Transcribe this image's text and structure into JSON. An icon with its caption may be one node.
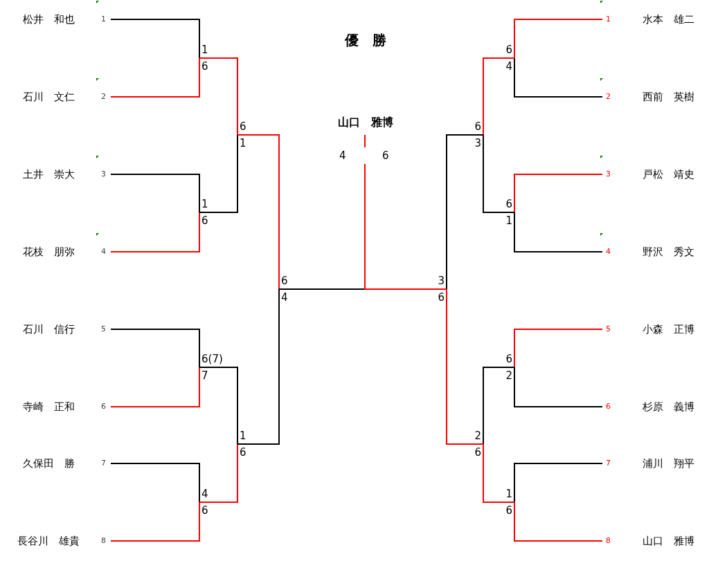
{
  "diagram": {
    "title": "優　勝",
    "nodes": [
      {
        "text": [
          "松井　和也"
        ],
        "beside": [
          "1"
        ]
      },
      {
        "text": [
          "石川　文仁"
        ],
        "beside": [
          "2"
        ]
      },
      {
        "text": [
          "土井　崇大"
        ],
        "beside": [
          "3"
        ]
      },
      {
        "text": [
          "花枝　朋弥"
        ],
        "beside": [
          "4"
        ]
      },
      {
        "text": [
          "石川　信行"
        ],
        "beside": [
          "5"
        ]
      },
      {
        "text": [
          "寺崎　正和"
        ],
        "beside": [
          "6"
        ]
      },
      {
        "text": [
          "久保田　勝"
        ],
        "beside": [
          "7"
        ]
      },
      {
        "text": [
          "長谷川　雄貴"
        ],
        "beside": [
          "8"
        ]
      },
      {
        "text": [
          "水本　雄二"
        ],
        "beside": [
          "1"
        ]
      },
      {
        "text": [
          "西前　英樹"
        ],
        "beside": [
          "2"
        ]
      },
      {
        "text": [
          "戸松　靖史"
        ],
        "beside": [
          "3"
        ]
      },
      {
        "text": [
          "野沢　秀文"
        ],
        "beside": [
          "4"
        ]
      },
      {
        "text": [
          "小森　正博"
        ],
        "beside": [
          "5"
        ]
      },
      {
        "text": [
          "杉原　義博"
        ],
        "beside": [
          "6"
        ]
      },
      {
        "text": [
          "浦川　翔平"
        ],
        "beside": [
          "7"
        ]
      },
      {
        "text": [
          "山口　雅博"
        ],
        "beside": [
          "8"
        ]
      },
      {
        "text": [
          "1",
          "6"
        ]
      },
      {
        "text": [
          "1",
          "6"
        ]
      },
      {
        "text": [
          "6(7)",
          "7"
        ]
      },
      {
        "text": [
          "4",
          "6"
        ]
      },
      {
        "text": [
          "6",
          "1"
        ]
      },
      {
        "text": [
          "1",
          "6"
        ]
      },
      {
        "text": [
          "6",
          "4"
        ]
      },
      {
        "text": [
          "6",
          "4"
        ]
      },
      {
        "text": [
          "6",
          "1"
        ]
      },
      {
        "text": [
          "6",
          "2"
        ]
      },
      {
        "text": [
          "1",
          "6"
        ]
      },
      {
        "text": [
          "6",
          "3"
        ]
      },
      {
        "text": [
          "2",
          "6"
        ]
      },
      {
        "text": [
          "3",
          "6"
        ]
      },
      {
        "text": [
          "4",
          "6"
        ]
      },
      {
        "text": [
          "山口　雅博"
        ]
      }
    ],
    "edges": [
      {
        "from": 0,
        "to": 16,
        "arrow": "none",
        "color": "#000000"
      },
      {
        "from": 1,
        "to": 16,
        "arrow": "none"
      },
      {
        "from": 2,
        "to": 17,
        "arrow": "none",
        "color": "#000000"
      },
      {
        "from": 3,
        "to": 17,
        "arrow": "none"
      },
      {
        "from": 4,
        "to": 18,
        "arrow": "none",
        "color": "#000000"
      },
      {
        "from": 5,
        "to": 18,
        "arrow": "none"
      },
      {
        "from": 6,
        "to": 19,
        "arrow": "none",
        "color": "#000000"
      },
      {
        "from": 7,
        "to": 19,
        "arrow": "none"
      },
      {
        "from": 16,
        "to": 20,
        "arrow": "none"
      },
      {
        "from": 17,
        "to": 20,
        "arrow": "none",
        "color": "#000000"
      },
      {
        "from": 18,
        "to": 21,
        "arrow": "none",
        "color": "#000000"
      },
      {
        "from": 19,
        "to": 21,
        "arrow": "none"
      },
      {
        "from": 20,
        "to": 22,
        "arrow": "none"
      },
      {
        "from": 21,
        "to": 22,
        "arrow": "none",
        "color": "#000000"
      },
      {
        "from": 22,
        "to": 30,
        "arrow": "none",
        "color": "#000000"
      },
      {
        "from": 8,
        "to": 23,
        "arrow": "none"
      },
      {
        "from": 9,
        "to": 23,
        "arrow": "none",
        "color": "#000000"
      },
      {
        "from": 10,
        "to": 24,
        "arrow": "none"
      },
      {
        "from": 11,
        "to": 24,
        "arrow": "none",
        "color": "#000000"
      },
      {
        "from": 12,
        "to": 25,
        "arrow": "none"
      },
      {
        "from": 13,
        "to": 25,
        "arrow": "none",
        "color": "#000000"
      },
      {
        "from": 14,
        "to": 26,
        "arrow": "none",
        "color": "#000000"
      },
      {
        "from": 15,
        "to": 26,
        "arrow": "none"
      },
      {
        "from": 23,
        "to": 27,
        "arrow": "none"
      },
      {
        "from": 24,
        "to": 27,
        "arrow": "none",
        "color": "#000000"
      },
      {
        "from": 25,
        "to": 28,
        "arrow": "none",
        "color": "#000000"
      },
      {
        "from": 26,
        "to": 28,
        "arrow": "none"
      },
      {
        "from": 27,
        "to": 29,
        "arrow": "none",
        "color": "#000000"
      },
      {
        "from": 28,
        "to": 29,
        "arrow": "none"
      },
      {
        "from": 29,
        "to": 30,
        "arrow": "none"
      },
      {
        "from": 30,
        "to": 31,
        "arrow": "none"
      }
    ]
  }
}
